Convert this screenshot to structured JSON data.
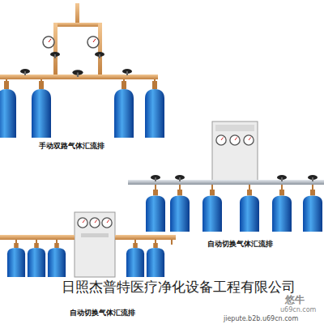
{
  "diagram": {
    "labels": [
      "手动双路气体汇流排",
      "自动切换气体汇流排",
      "自动切换气体汇流排",
      "日照杰普特医疗净化设备工程有限公司",
      "悠牛",
      "u69cn.com",
      "jiepute.b2b.u69cn.com"
    ]
  }
}
